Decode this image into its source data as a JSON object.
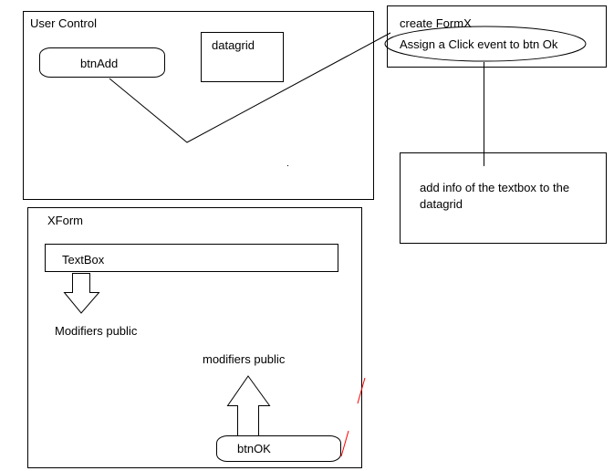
{
  "user_control": {
    "title": "User Control",
    "btn_add": "btnAdd",
    "datagrid": "datagrid"
  },
  "create_form": {
    "title": "create FormX",
    "assign": "Assign a Click event to btn Ok"
  },
  "add_info": {
    "text_line1": "add info of the textbox to the",
    "text_line2": "datagrid"
  },
  "xform": {
    "title": "XForm",
    "textbox": "TextBox",
    "modifiers_textbox": "Modifiers public",
    "modifiers_btn": "modifiers public",
    "btn_ok": "btnOK"
  },
  "colors": {
    "stroke": "#000000",
    "annotation": "#ff0000"
  }
}
